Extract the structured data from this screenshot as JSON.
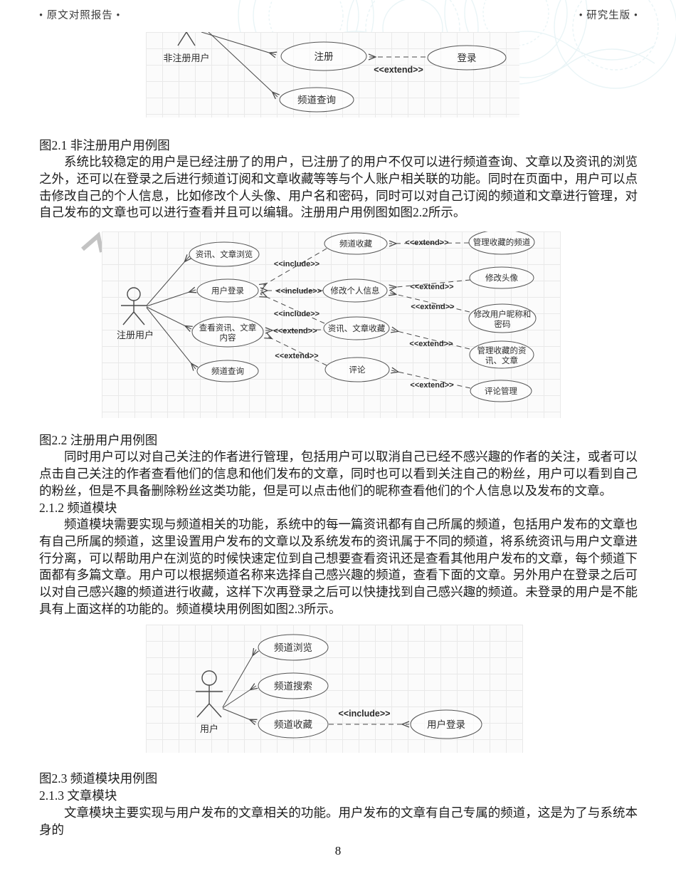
{
  "header": {
    "left": "• 原文对照报告 •",
    "right": "• 研究生版 •"
  },
  "content": {
    "caption_fig21": "图2.1 非注册用户用例图",
    "para1": "系统比较稳定的用户是已经注册了的用户，已注册了的用户不仅可以进行频道查询、文章以及资讯的浏览之外，还可以在登录之后进行频道订阅和文章收藏等等与个人账户相关联的功能。同时在页面中，用户可以点击修改自己的个人信息，比如修改个人头像、用户名和密码，同时可以对自己订阅的频道和文章进行管理，对自己发布的文章也可以进行查看并且可以编辑。注册用户用例图如图2.2所示。",
    "caption_fig22": "图2.2 注册用户用例图",
    "para2": "同时用户可以对自己关注的作者进行管理，包括用户可以取消自己已经不感兴趣的作者的关注，或者可以点击自己关注的作者查看他们的信息和他们发布的文章，同时也可以看到关注自己的粉丝，用户可以看到自己的粉丝，但是不具备删除粉丝这类功能，但是可以点击他们的昵称查看他们的个人信息以及发布的文章。",
    "heading_212": "2.1.2 频道模块",
    "para3": "频道模块需要实现与频道相关的功能，系统中的每一篇资讯都有自己所属的频道，包括用户发布的文章也有自己所属的频道，这里设置用户发布的文章以及系统发布的资讯属于不同的频道，将系统资讯与用户文章进行分离，可以帮助用户在浏览的时候快速定位到自己想要查看资讯还是查看其他用户发布的文章，每个频道下面都有多篇文章。用户可以根据频道名称来选择自己感兴趣的频道，查看下面的文章。另外用户在登录之后可以对自己感兴趣的频道进行收藏，这样下次再登录之后可以快捷找到自己感兴趣的频道。未登录的用户是不能具有上面这样的功能的。频道模块用例图如图2.3所示。",
    "caption_fig23": "图2.3 频道模块用例图",
    "heading_213": "2.1.3 文章模块",
    "para4": "文章模块主要实现与用户发布的文章相关的功能。用户发布的文章有自己专属的频道，这是为了与系统本身的",
    "page_number": "8"
  },
  "fig21": {
    "actor": "非注册用户",
    "uc_register": "注册",
    "uc_login": "登录",
    "uc_channel_query": "频道查询",
    "label_extend": "<<extend>>"
  },
  "fig22": {
    "actor": "注册用户",
    "uc_browse": "资讯、文章浏览",
    "uc_user_login": "用户登录",
    "uc_view_line1": "查看资讯、文章",
    "uc_view_line2": "内容",
    "uc_channel_query": "频道查询",
    "uc_channel_fav": "频道收藏",
    "uc_edit_info": "修改个人信息",
    "uc_art_fav": "资讯、文章收藏",
    "uc_comment": "评论",
    "uc_manage_channel": "管理收藏的频道",
    "uc_edit_avatar": "修改头像",
    "uc_edit_nick_line1": "修改用户昵称和",
    "uc_edit_nick_line2": "密码",
    "uc_manage_fav_line1": "管理收藏的资",
    "uc_manage_fav_line2": "讯、文章",
    "uc_comment_mgmt": "评论管理",
    "label_include": "<<include>>",
    "label_extend": "<<extend>>"
  },
  "fig23": {
    "actor": "用户",
    "uc_browse": "频道浏览",
    "uc_search": "频道搜索",
    "uc_fav": "频道收藏",
    "uc_login": "用户登录",
    "label_include": "<<include>>"
  }
}
